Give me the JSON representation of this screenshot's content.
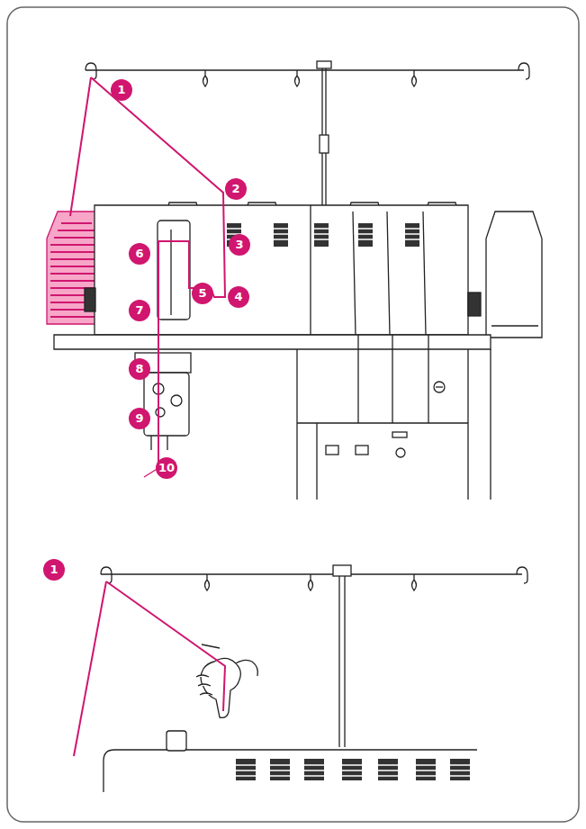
{
  "diagram": {
    "labels": [
      "1",
      "2",
      "3",
      "4",
      "5",
      "6",
      "7",
      "8",
      "9",
      "10",
      "1"
    ]
  }
}
